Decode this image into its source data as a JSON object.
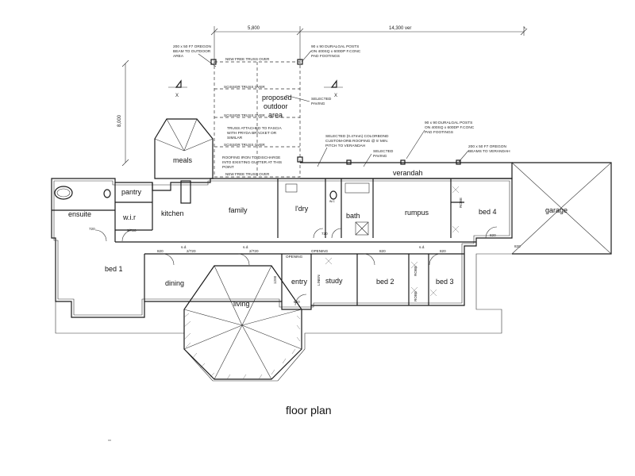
{
  "title": "floor plan",
  "rooms": {
    "meals": "meals",
    "pantry": "pantry",
    "ensuite": "ensuite",
    "wir": "w.i.r",
    "kitchen": "kitchen",
    "family": "family",
    "laundry": "l'dry",
    "wc": "w.c",
    "bath": "bath",
    "rumpus": "rumpus",
    "verandah": "verandah",
    "bed4": "bed 4",
    "garage": "garage",
    "bed1": "bed 1",
    "dining": "dining",
    "living": "living",
    "entry": "entry",
    "study": "study",
    "bed2": "bed 2",
    "bed3": "bed 3",
    "outdoor_1": "proposed",
    "outdoor_2": "outdoor",
    "outdoor_3": "area",
    "robe": "ROBE",
    "linen": "LINEN"
  },
  "dimensions": {
    "top_left": "5,800",
    "top_right": "14,300 ver",
    "side": "8,000",
    "section_marker": "X"
  },
  "openings": [
    "720",
    "2/720",
    "820",
    "2/720",
    "2/720",
    "1200",
    "820",
    "820",
    "820",
    "820",
    "720",
    "820"
  ],
  "labels": {
    "sd_1": "s.d.",
    "sd_2": "s.d.",
    "sd_3": "s.d.",
    "opening_1": "OPENING",
    "opening_2": "OPENING"
  },
  "notes": {
    "beam_1": "200 x 50 F7 OREGON",
    "beam_2": "BEAM TO OUTDOOR",
    "beam_3": "AREA",
    "posts_1": "90 x 90 DURALGAL POSTS",
    "posts_2": "ON 400SQ x 600DP F.CONC",
    "posts_3": "PAD FOOTINGS",
    "paving_1": "SELECTED",
    "paving_2": "PAVING",
    "truss_1": "TRUSS ATTACHED TO FASCIA",
    "truss_2": "WITH PRYDA BRACKET OR",
    "truss_3": "SIMILAR",
    "roofing_1": "ROOFING IRON TO DISCHARGE",
    "roofing_2": "INTO EXISTING GUTTER AT THIS",
    "roofing_3": "POINT",
    "color_1": "SELECTED (0.47mm) COLORBOND",
    "color_2": "CUSTOM-ORB ROOFING @ 5' MIN.",
    "color_3": "PITCH TO VERANDAH",
    "paving2_1": "SELECTED",
    "paving2_2": "PAVING",
    "posts2_1": "90 x 90 DURALGAL POSTS",
    "posts2_2": "ON 400SQ x 600DP F.CONC",
    "posts2_3": "PAD FOOTINGS",
    "beam2_1": "200 x 50 F7 OREGON",
    "beam2_2": "BEAMS TO VERANDAH",
    "truss_labels": [
      "NEW FREE TRUSS OVER",
      "SCISSOR TRUSS OVER",
      "SCISSOR TRUSS OVER",
      "SCISSOR TRUSS OVER",
      "NEW FREE TRUSS OVER"
    ]
  }
}
